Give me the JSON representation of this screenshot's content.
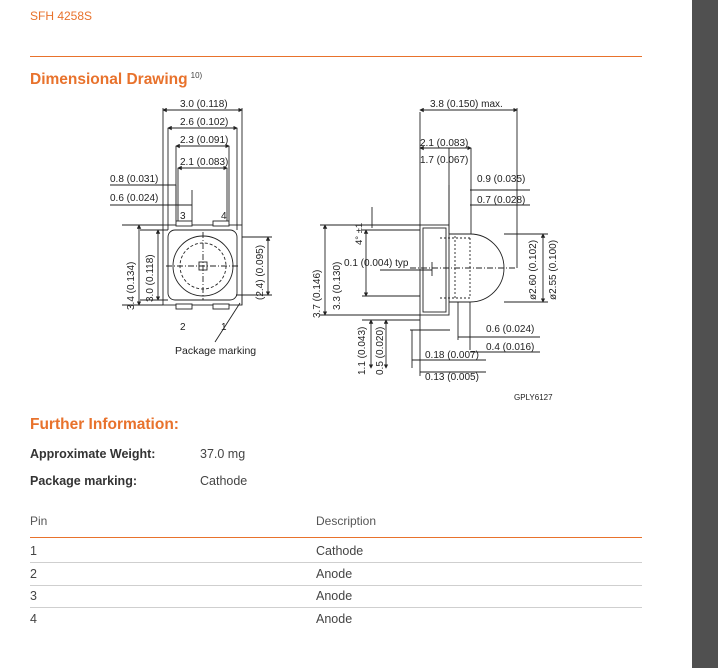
{
  "header": {
    "product_id": "SFH 4258S"
  },
  "dimensional_drawing": {
    "title": "Dimensional Drawing",
    "footnote": "10)",
    "labels": {
      "w_3_0": "3.0 (0.118)",
      "w_2_6": "2.6 (0.102)",
      "w_2_3": "2.3 (0.091)",
      "w_2_1": "2.1 (0.083)",
      "p_0_8": "0.8 (0.031)",
      "p_0_6": "0.6 (0.024)",
      "h_3_4": "3.4 (0.134)",
      "h_3_0": "3.0 (0.118)",
      "h_2_4": "(2.4) (0.095)",
      "pin3": "3",
      "pin4": "4",
      "pin2": "2",
      "pin1": "1",
      "package_marking": "Package marking",
      "s_3_8": "3.8 (0.150) max.",
      "s_2_1": "2.1 (0.083)",
      "s_1_7": "1.7 (0.067)",
      "s_0_9": "0.9 (0.035)",
      "s_0_7": "0.7 (0.028)",
      "angle": "4° ±1",
      "typ": "0.1 (0.004) typ",
      "s_3_7": "3.7 (0.146)",
      "s_3_3": "3.3 (0.130)",
      "d_2_60": "ø2.60 (0.102)",
      "d_2_55": "ø2.55 (0.100)",
      "s_0_6b": "0.6 (0.024)",
      "s_0_4": "0.4 (0.016)",
      "s_1_1": "1.1 (0.043)",
      "s_0_5": "0.5 (0.020)",
      "s_0_18": "0.18 (0.007)",
      "s_0_13": "0.13 (0.005)",
      "drawing_code": "GPLY6127"
    }
  },
  "further_information": {
    "title": "Further Information:",
    "weight_label": "Approximate Weight:",
    "weight_value": "37.0 mg",
    "marking_label": "Package marking:",
    "marking_value": "Cathode"
  },
  "pin_table": {
    "headers": [
      "Pin",
      "Description"
    ],
    "rows": [
      [
        "1",
        "Cathode"
      ],
      [
        "2",
        "Anode"
      ],
      [
        "3",
        "Anode"
      ],
      [
        "4",
        "Anode"
      ]
    ]
  },
  "colors": {
    "accent": "#e8722c",
    "sidebar": "#505050"
  }
}
